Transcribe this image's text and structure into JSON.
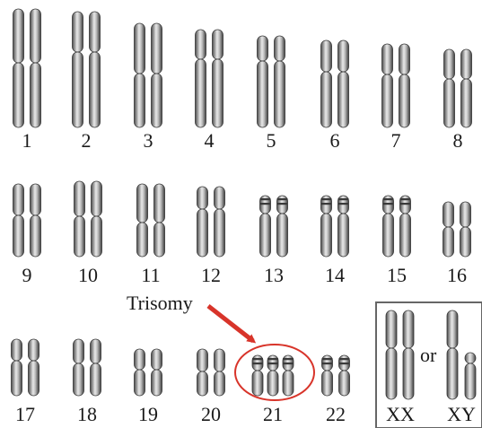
{
  "karyotype": {
    "pairs": [
      {
        "label": "1"
      },
      {
        "label": "2"
      },
      {
        "label": "3"
      },
      {
        "label": "4"
      },
      {
        "label": "5"
      },
      {
        "label": "6"
      },
      {
        "label": "7"
      },
      {
        "label": "8"
      },
      {
        "label": "9"
      },
      {
        "label": "10"
      },
      {
        "label": "11"
      },
      {
        "label": "12"
      },
      {
        "label": "13"
      },
      {
        "label": "14"
      },
      {
        "label": "15"
      },
      {
        "label": "16"
      },
      {
        "label": "17"
      },
      {
        "label": "18"
      },
      {
        "label": "19"
      },
      {
        "label": "20"
      },
      {
        "label": "21"
      },
      {
        "label": "22"
      }
    ],
    "trisomy_pair": "21",
    "annotation": "Trisomy",
    "sex_chromosomes": {
      "left_label": "XX",
      "connector": "or",
      "right_label": "XY"
    }
  },
  "colors": {
    "chromosome_fill": "#9a9a9a",
    "highlight": "#d8342a",
    "box_border": "#666666",
    "text": "#1a1a1a"
  }
}
